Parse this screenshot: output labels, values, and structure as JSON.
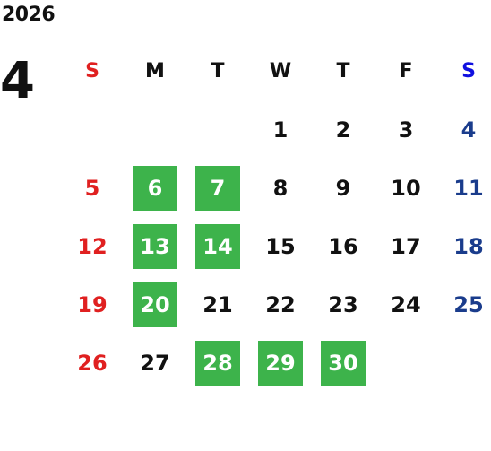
{
  "year": "2026",
  "month": "4",
  "weekday_headers": [
    "S",
    "M",
    "T",
    "W",
    "T",
    "F",
    "S"
  ],
  "weeks": [
    [
      {
        "day": ""
      },
      {
        "day": ""
      },
      {
        "day": ""
      },
      {
        "day": "1"
      },
      {
        "day": "2"
      },
      {
        "day": "3"
      },
      {
        "day": "4"
      }
    ],
    [
      {
        "day": "5"
      },
      {
        "day": "6",
        "highlighted": true
      },
      {
        "day": "7",
        "highlighted": true
      },
      {
        "day": "8"
      },
      {
        "day": "9"
      },
      {
        "day": "10"
      },
      {
        "day": "11"
      }
    ],
    [
      {
        "day": "12"
      },
      {
        "day": "13",
        "highlighted": true
      },
      {
        "day": "14",
        "highlighted": true
      },
      {
        "day": "15"
      },
      {
        "day": "16"
      },
      {
        "day": "17"
      },
      {
        "day": "18"
      }
    ],
    [
      {
        "day": "19"
      },
      {
        "day": "20",
        "highlighted": true
      },
      {
        "day": "21"
      },
      {
        "day": "22"
      },
      {
        "day": "23"
      },
      {
        "day": "24"
      },
      {
        "day": "25"
      }
    ],
    [
      {
        "day": "26"
      },
      {
        "day": "27"
      },
      {
        "day": "28",
        "highlighted": true
      },
      {
        "day": "29",
        "highlighted": true
      },
      {
        "day": "30",
        "highlighted": true
      },
      {
        "day": ""
      },
      {
        "day": ""
      }
    ]
  ],
  "colors": {
    "highlight": "#3db34b",
    "sunday": "#e02020",
    "saturday": "#1a3c8c",
    "saturday_header": "#1010e0",
    "text": "#111111"
  }
}
